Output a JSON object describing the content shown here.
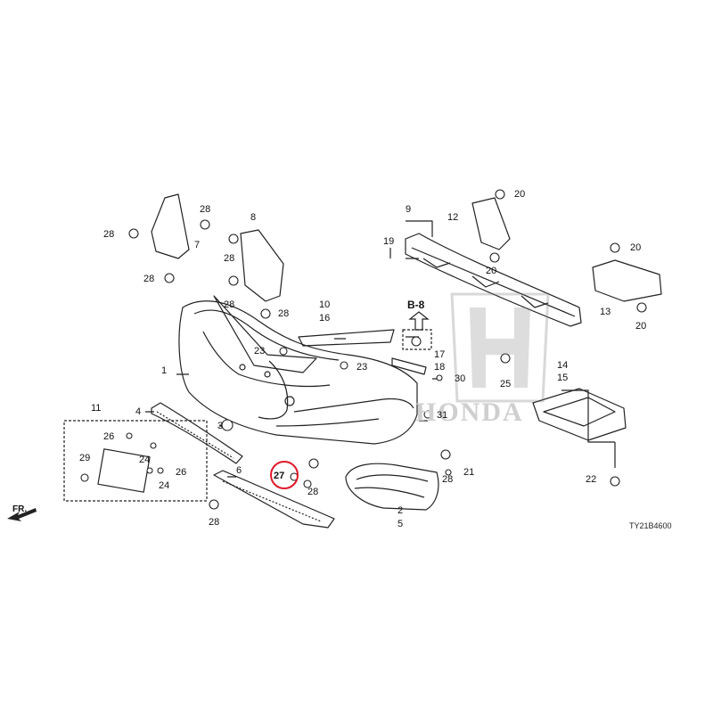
{
  "diagram": {
    "figure_code": "TY21B4600",
    "direction_label": "FR.",
    "watermark_text": "HONDA",
    "ref_box_label": "B-8",
    "highlighted_part": "27",
    "part_labels": {
      "p1": "1",
      "p2": "2",
      "p3": "3",
      "p4": "4",
      "p5": "5",
      "p6": "6",
      "p7": "7",
      "p8": "8",
      "p9": "9",
      "p10": "10",
      "p11": "11",
      "p12": "12",
      "p13": "13",
      "p14": "14",
      "p15": "15",
      "p16": "16",
      "p17": "17",
      "p18": "18",
      "p19": "19",
      "p20a": "20",
      "p20b": "20",
      "p20c": "20",
      "p20d": "20",
      "p21": "21",
      "p22": "22",
      "p23a": "23",
      "p23b": "23",
      "p24a": "24",
      "p24b": "24",
      "p25": "25",
      "p26a": "26",
      "p26b": "26",
      "p27": "27",
      "p28a": "28",
      "p28b": "28",
      "p28c": "28",
      "p28d": "28",
      "p28e": "28",
      "p28f": "28",
      "p28g": "28",
      "p28h": "28",
      "p28i": "28",
      "p29": "29",
      "p30": "30",
      "p31": "31"
    }
  }
}
